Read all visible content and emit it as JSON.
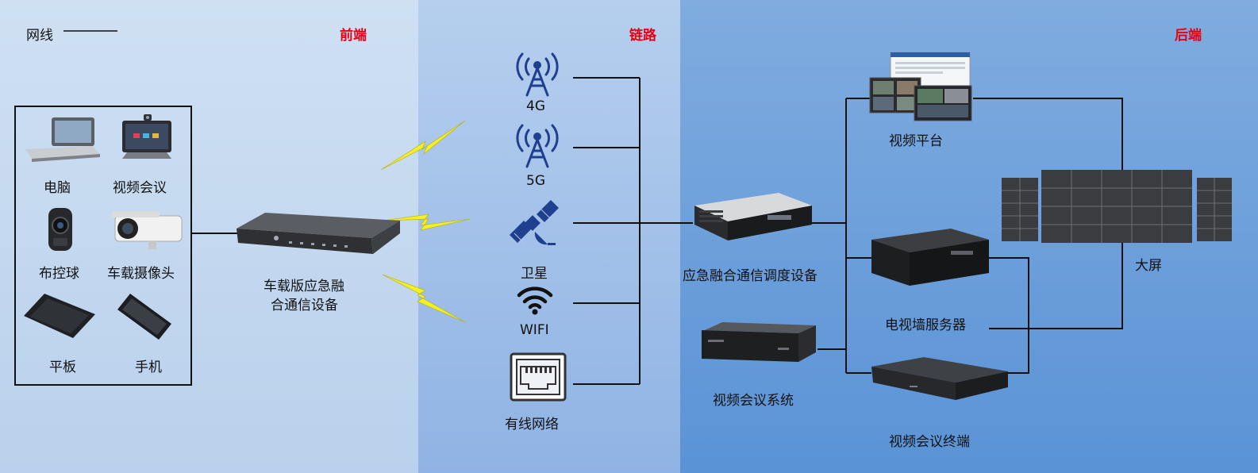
{
  "legend": {
    "label": "网线"
  },
  "sections": {
    "front": "前端",
    "link": "链路",
    "back": "后端"
  },
  "front_devices": {
    "computer": "电脑",
    "video_conf": "视频会议",
    "dome_camera": "布控球",
    "vehicle_camera": "车载摄像头",
    "tablet": "平板",
    "phone": "手机"
  },
  "vehicle_device": {
    "line1": "车载版应急融",
    "line2": "合通信设备"
  },
  "links": {
    "g4": "4G",
    "g5": "5G",
    "satellite": "卫星",
    "wifi": "WIFI",
    "wired": "有线网络"
  },
  "backend": {
    "dispatch": "应急融合通信调度设备",
    "video_platform": "视频平台",
    "big_screen": "大屏",
    "tv_wall_server": "电视墙服务器",
    "vc_system": "视频会议系统",
    "vc_terminal": "视频会议终端"
  },
  "colors": {
    "link_icon": "#1f3f8f",
    "section_title": "#e60012",
    "wire": "#111111",
    "lightning": "#f3ef2a"
  }
}
